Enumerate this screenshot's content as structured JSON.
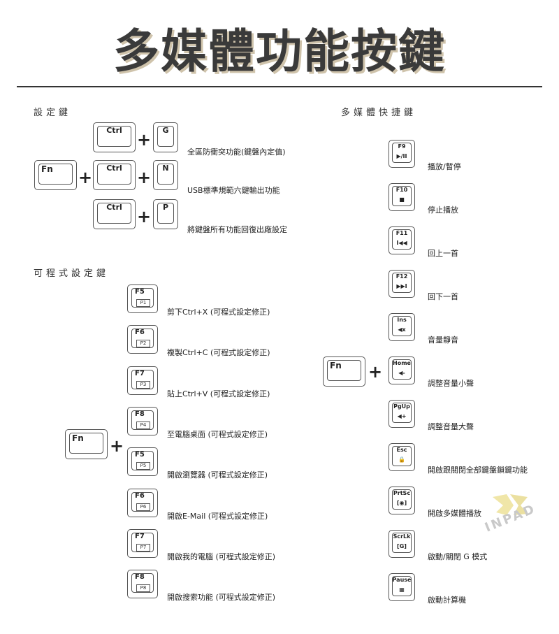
{
  "title": "多媒體功能按鍵",
  "sections": {
    "settings": "設定鍵",
    "programmable": "可程式設定鍵",
    "multimedia": "多媒體快捷鍵"
  },
  "keys": {
    "fn": "Fn",
    "ctrl": "Ctrl",
    "g": "G",
    "n": "N",
    "p": "P"
  },
  "settings_desc": [
    "全區防衝突功能(鍵盤內定值)",
    "USB標準規範六鍵輸出功能",
    "將鍵盤所有功能回復出廠設定"
  ],
  "programmable": [
    {
      "key": "F5",
      "sub": "P1",
      "desc": "剪下Ctrl+X (可程式設定修正)"
    },
    {
      "key": "F6",
      "sub": "P2",
      "desc": "複製Ctrl+C (可程式設定修正)"
    },
    {
      "key": "F7",
      "sub": "P3",
      "desc": "貼上Ctrl+V (可程式設定修正)"
    },
    {
      "key": "F8",
      "sub": "P4",
      "desc": "至電腦桌面 (可程式設定修正)"
    },
    {
      "key": "F5",
      "sub": "P5",
      "desc": "開啟瀏覽器 (可程式設定修正)"
    },
    {
      "key": "F6",
      "sub": "P6",
      "desc": "開啟E-Mail (可程式設定修正)"
    },
    {
      "key": "F7",
      "sub": "P7",
      "desc": "開啟我的電腦 (可程式設定修正)"
    },
    {
      "key": "F8",
      "sub": "P8",
      "desc": "開啟搜索功能 (可程式設定修正)"
    }
  ],
  "multimedia": [
    {
      "key": "F9",
      "sym": "▶/II",
      "desc": "播放/暫停"
    },
    {
      "key": "F10",
      "sym": "■",
      "desc": "停止播放"
    },
    {
      "key": "F11",
      "sym": "I◀◀",
      "desc": "回上一首"
    },
    {
      "key": "F12",
      "sym": "▶▶I",
      "desc": "回下一首"
    },
    {
      "key": "Ins",
      "sym": "◀x",
      "desc": "音量靜音"
    },
    {
      "key": "Home",
      "sym": "◀-",
      "desc": "調整音量小聲"
    },
    {
      "key": "PgUp",
      "sym": "◀+",
      "desc": "調整音量大聲"
    },
    {
      "key": "Esc",
      "sym": "🔒",
      "desc": "開啟跟關閉全部鍵盤鎖鍵功能"
    },
    {
      "key": "PrtSc",
      "sym": "[◉]",
      "desc": "開啟多媒體播放"
    },
    {
      "key": "ScrLk",
      "sym": "[G]",
      "desc": "啟動/關閉 G 模式"
    },
    {
      "key": "Pause",
      "sym": "▦",
      "desc": "啟動計算機"
    }
  ],
  "logo": "INPAD",
  "colors": {
    "title_shadow": "#cfc3ab",
    "rule": "#333333"
  }
}
